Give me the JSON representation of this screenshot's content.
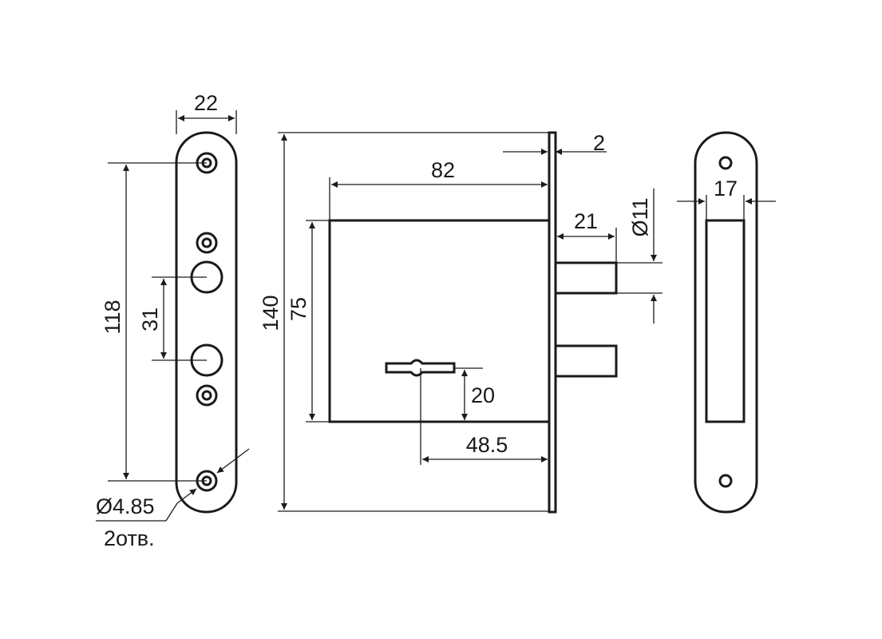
{
  "dimensions": {
    "faceplate_width": "22",
    "mounting_span": "118",
    "hole_spacing": "31",
    "screw_hole_diameter": "Ø4.85",
    "screw_hole_count": "2отв.",
    "total_height": "140",
    "case_height": "75",
    "case_depth": "82",
    "faceplate_thickness": "2",
    "bolt_length": "21",
    "bolt_diameter": "Ø11",
    "keyhole_height": "20",
    "backset": "48.5",
    "strike_opening_width": "17"
  }
}
